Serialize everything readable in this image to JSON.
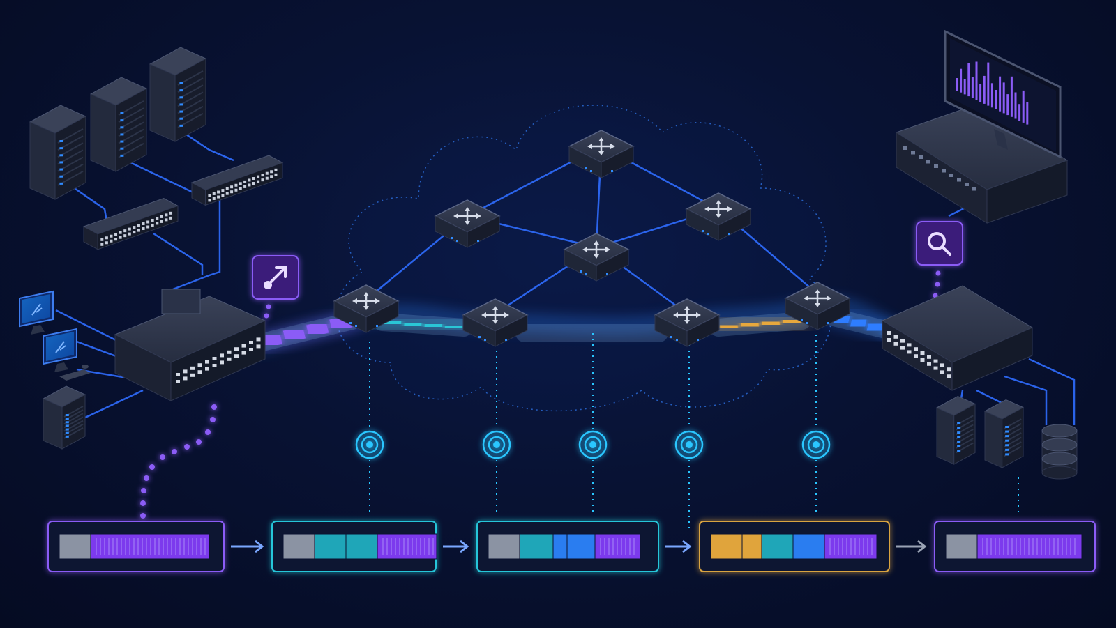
{
  "colors": {
    "background": "#081233",
    "link_blue": "#2f6dff",
    "glow_cyan": "#27c7ff",
    "stage_purple": "#7c3aed",
    "stage_teal": "#1fa6b8",
    "stage_blue": "#2a7df0",
    "stage_amber": "#e0a43c",
    "header_gray": "#8b93a3",
    "device_dark": "#1f2637"
  },
  "icons": {
    "encapsulate": "diagonal-arrow-icon",
    "inspect": "magnifier-icon",
    "router": "four-way-arrows-icon",
    "probe": "target-ring-icon"
  },
  "packet_stages": [
    {
      "id": "stage-1",
      "border": "#8b5cf6",
      "segments": [
        "gray",
        "purple"
      ]
    },
    {
      "id": "stage-2",
      "border": "#26c6da",
      "segments": [
        "gray",
        "teal",
        "teal",
        "purple"
      ]
    },
    {
      "id": "stage-3",
      "border": "#26c6da",
      "segments": [
        "gray",
        "teal",
        "blue",
        "blue",
        "purple"
      ]
    },
    {
      "id": "stage-4",
      "border": "#d9a441",
      "segments": [
        "amber",
        "amber",
        "teal",
        "blue",
        "purple"
      ]
    },
    {
      "id": "stage-5",
      "border": "#8b5cf6",
      "segments": [
        "gray",
        "purple"
      ]
    }
  ],
  "tunnel_segments": [
    {
      "from": "edge-left",
      "to": "router-a",
      "color": "purple"
    },
    {
      "from": "router-a",
      "to": "router-b",
      "color": "teal"
    },
    {
      "from": "router-b",
      "to": "router-d",
      "color": "blue"
    },
    {
      "from": "router-d",
      "to": "router-e",
      "color": "amber"
    },
    {
      "from": "router-e",
      "to": "edge-right",
      "color": "blue"
    }
  ]
}
